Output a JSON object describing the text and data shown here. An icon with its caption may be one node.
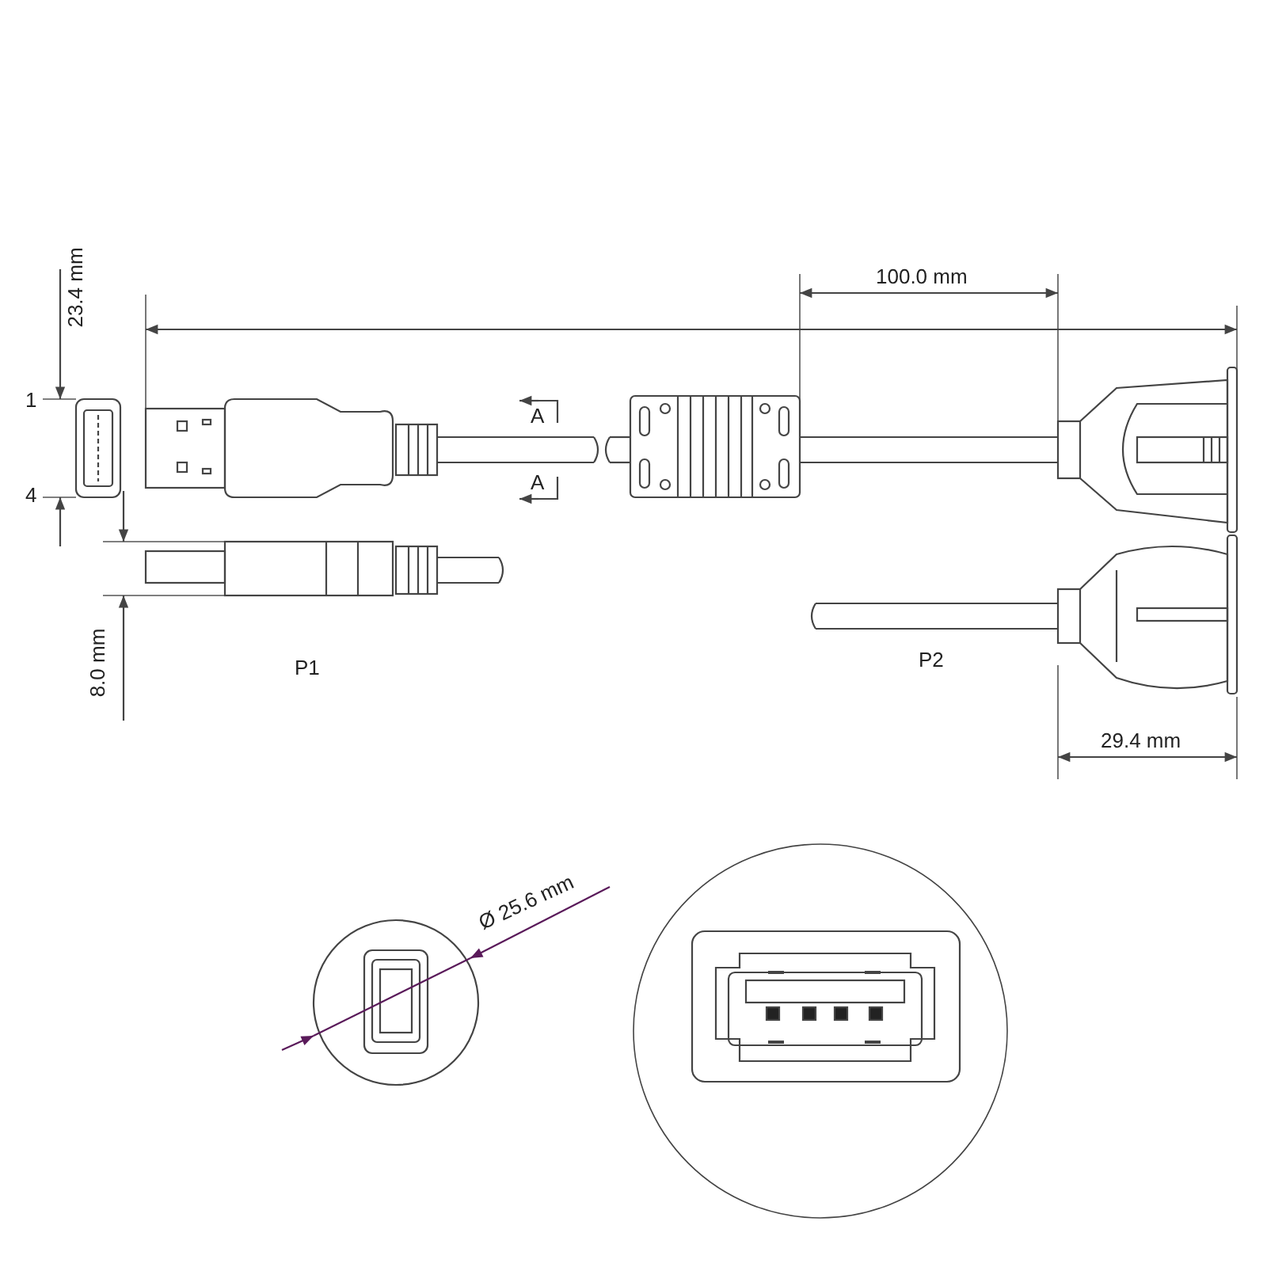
{
  "diagram": {
    "labels": [
      "100.0 mm",
      "23.4 mm",
      "1",
      "A",
      "A",
      "4",
      "P1",
      "P2",
      "8.0 mm",
      "29.4 mm",
      "Ø 25.6 mm"
    ]
  }
}
